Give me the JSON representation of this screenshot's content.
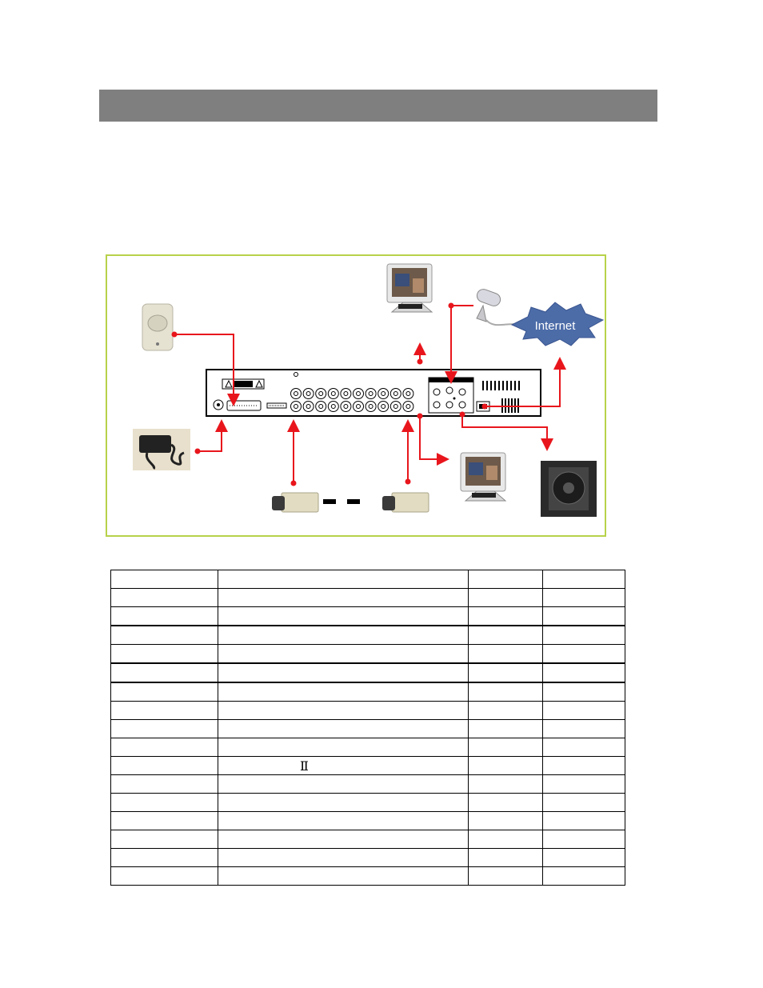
{
  "header": {
    "bar_color": "#7f7f7f"
  },
  "diagram": {
    "border_color": "#b7d24a",
    "arrow_color": "#e8161c",
    "internet_label": "Internet",
    "devices": [
      "sensor-icon",
      "power-adapter-icon",
      "camera-icon",
      "camera-icon",
      "monitor-icon",
      "monitor-icon",
      "microphone-icon",
      "speaker-icon",
      "internet-cloud-icon",
      "dvr-rear-panel"
    ]
  },
  "table": {
    "rows": [
      [
        "",
        "",
        "",
        ""
      ],
      [
        "",
        "",
        "",
        ""
      ],
      [
        "",
        "",
        "",
        ""
      ],
      [
        "",
        "",
        "",
        ""
      ],
      [
        "",
        "",
        "",
        ""
      ],
      [
        "",
        "",
        "",
        ""
      ],
      [
        "",
        "",
        "",
        ""
      ],
      [
        "",
        "",
        "",
        ""
      ],
      [
        "",
        "",
        "",
        ""
      ],
      [
        "",
        "",
        "",
        ""
      ],
      [
        "",
        "Ⅱ",
        "",
        ""
      ],
      [
        "",
        "",
        "",
        ""
      ],
      [
        "",
        "",
        "",
        ""
      ],
      [
        "",
        "",
        "",
        ""
      ],
      [
        "",
        "",
        "",
        ""
      ],
      [
        "",
        "",
        "",
        ""
      ],
      [
        "",
        "",
        "",
        ""
      ]
    ]
  }
}
